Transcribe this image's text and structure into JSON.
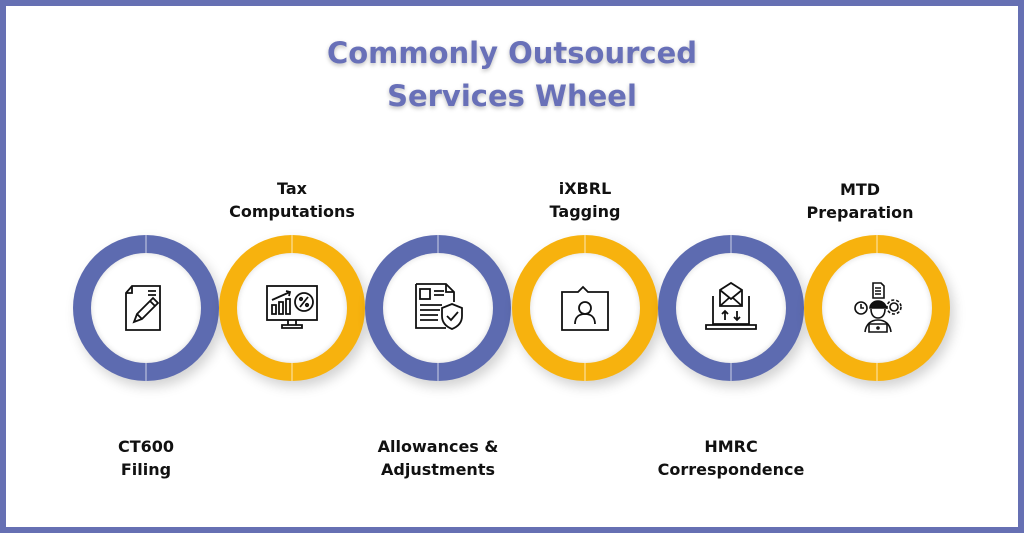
{
  "title_line1": "Commonly Outsourced",
  "title_line2": "Services Wheel",
  "services": [
    {
      "line1": "CT600",
      "line2": "Filing",
      "icon": "document-pencil-icon",
      "color": "#5d6bb0"
    },
    {
      "line1": "Tax",
      "line2": "Computations",
      "icon": "monitor-chart-percent-icon",
      "color": "#f7b20e"
    },
    {
      "line1": "Allowances &",
      "line2": "Adjustments",
      "icon": "document-shield-icon",
      "color": "#5d6bb0"
    },
    {
      "line1": "iXBRL",
      "line2": "Tagging",
      "icon": "user-tag-icon",
      "color": "#f7b20e"
    },
    {
      "line1": "HMRC",
      "line2": "Correspondence",
      "icon": "laptop-mail-icon",
      "color": "#5d6bb0"
    },
    {
      "line1": "MTD",
      "line2": "Preparation",
      "icon": "worker-laptop-icon",
      "color": "#f7b20e"
    }
  ]
}
